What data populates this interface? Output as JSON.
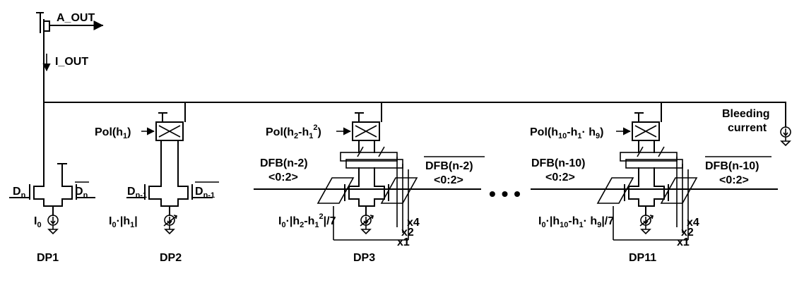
{
  "labels": {
    "a_out": "A_OUT",
    "i_out": "I_OUT",
    "bleeding_line1": "Bleeding",
    "bleeding_line2": "current",
    "dots": "• • •"
  },
  "dp1": {
    "name": "DP1",
    "d_left": "D",
    "d_left_sub": "n",
    "d_right": "D",
    "d_right_sub": "n",
    "i_main": "I",
    "i_sub": "0"
  },
  "dp2": {
    "name": "DP2",
    "pol": "Pol(h",
    "pol_sub": "1",
    "pol_end": ")",
    "d_left": "D",
    "d_left_sub": "n-1",
    "d_right": "D",
    "d_right_sub": "n-1",
    "current": "I",
    "current_sub": "0",
    "current_rest": "·|h",
    "current_sub2": "1",
    "current_end": "|"
  },
  "dp3": {
    "name": "DP3",
    "pol_a": "Pol(h",
    "pol_sub1": "2",
    "pol_b": "-h",
    "pol_sub2": "1",
    "pol_sup": "2",
    "pol_end": ")",
    "dfb_left_1": "DFB(n-2)",
    "dfb_left_2": "<0:2>",
    "dfb_right_1": "DFB(n-2)",
    "dfb_right_2": "<0:2>",
    "cur_a": "I",
    "cur_sub0": "0",
    "cur_b": "·|h",
    "cur_sub1": "2",
    "cur_c": "-h",
    "cur_sub2": "1",
    "cur_sup": "2",
    "cur_end": "|/7",
    "x4": "x4",
    "x2": "x2",
    "x1": "x1"
  },
  "dp11": {
    "name": "DP11",
    "pol_a": "Pol(h",
    "pol_sub1": "10",
    "pol_b": "-h",
    "pol_sub2": "1",
    "pol_c": "· h",
    "pol_sub3": "9",
    "pol_end": ")",
    "dfb_left_1": "DFB(n-10)",
    "dfb_left_2": "<0:2>",
    "dfb_right_1": "DFB(n-10)",
    "dfb_right_2": "<0:2>",
    "cur_a": "I",
    "cur_sub0": "0",
    "cur_b": "·|h",
    "cur_sub1": "10",
    "cur_c": "-h",
    "cur_sub2": "1",
    "cur_d": "· h",
    "cur_sub3": "9",
    "cur_end": "|/7",
    "x4": "x4",
    "x2": "x2",
    "x1": "x1"
  }
}
